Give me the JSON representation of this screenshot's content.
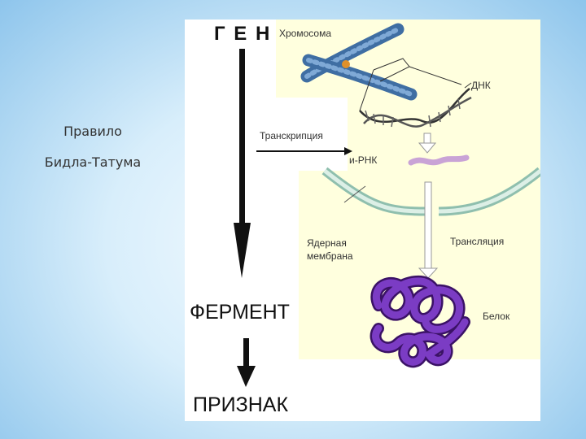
{
  "caption": {
    "line1": "Правило",
    "line2": "Бидла-Татума"
  },
  "main_labels": {
    "gene": "Г Е Н",
    "enzyme": "ФЕРМЕНТ",
    "trait": "ПРИЗНАК"
  },
  "annotations": {
    "chromosome": "Хромосома",
    "dna": "ДНК",
    "transcription": "Транскрипция",
    "mrna": "и-РНК",
    "nuclear_membrane_1": "Ядерная",
    "nuclear_membrane_2": "мембрана",
    "translation": "Трансляция",
    "protein": "Белок"
  },
  "colors": {
    "protein": "#6a2aa6",
    "chromosome": "#4f7fb5",
    "mrna": "#c9a3d6",
    "membrane": "#b7d6c8",
    "panel_fill": "#ffffde"
  }
}
